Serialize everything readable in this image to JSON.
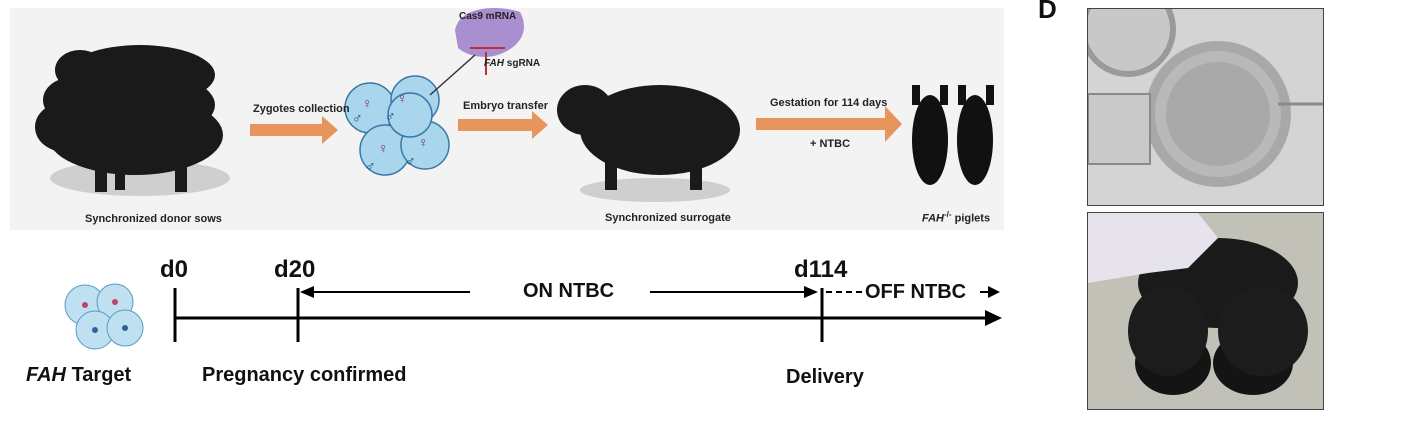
{
  "panel_label": "D",
  "workflow": {
    "donor_label": "Synchronized  donor sows",
    "step1": "Zygotes collection",
    "cas9": "Cas9 mRNA",
    "sgrna_gene": "FAH",
    "sgrna_suffix": "sgRNA",
    "step2": "Embryo transfer",
    "surrogate_label": "Synchronized  surrogate",
    "step3": "Gestation for 114 days",
    "step3_sub": "+ NTBC",
    "piglets_gene": "FAH",
    "piglets_sup": "-/-",
    "piglets_suffix": "piglets",
    "female_symbol": "♀",
    "male_symbol": "♂"
  },
  "timeline": {
    "target_gene": "FAH",
    "target_suffix": "Target",
    "d0": "d0",
    "d20": "d20",
    "d114": "d114",
    "on_ntbc": "ON NTBC",
    "off_ntbc": "OFF NTBC",
    "pregnancy": "Pregnancy confirmed",
    "delivery": "Delivery"
  },
  "colors": {
    "arrow_orange": "#e8955b",
    "cell_blue": "#a9d6ec",
    "pig_black": "#1a1a1a",
    "rna_purple": "#a98fd0"
  }
}
